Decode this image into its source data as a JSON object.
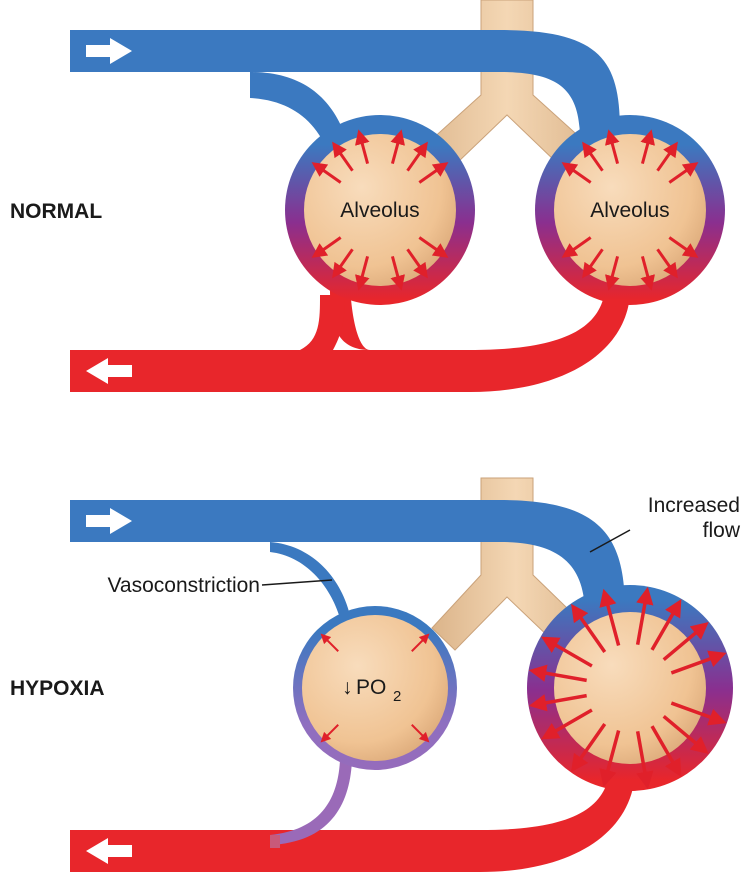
{
  "panels": {
    "normal": {
      "label": "NORMAL",
      "alveolus_left_label": "Alveolus",
      "alveolus_right_label": "Alveolus"
    },
    "hypoxia": {
      "label": "HYPOXIA",
      "po2_arrow": "↓",
      "po2_label": "PO",
      "po2_subscript": "2",
      "vasoconstriction_label": "Vasoconstriction",
      "increased_flow_label_line1": "Increased",
      "increased_flow_label_line2": "flow"
    }
  },
  "colors": {
    "venous_blue": "#3b79c0",
    "arterial_red": "#e8262b",
    "mixed_purple": "#8a2f8f",
    "constricted_purple": "#9a6ab8",
    "alveolus_tan": "#f2c79b",
    "airway_tan": "#e9c7a0",
    "flow_arrow": "#ffffff",
    "diffusion_arrow": "#e0202a"
  },
  "icons": {
    "flow_in_arrow": "right-arrow-icon",
    "flow_out_arrow": "left-arrow-icon",
    "diffusion_arrow": "diffusion-arrow-icon"
  }
}
